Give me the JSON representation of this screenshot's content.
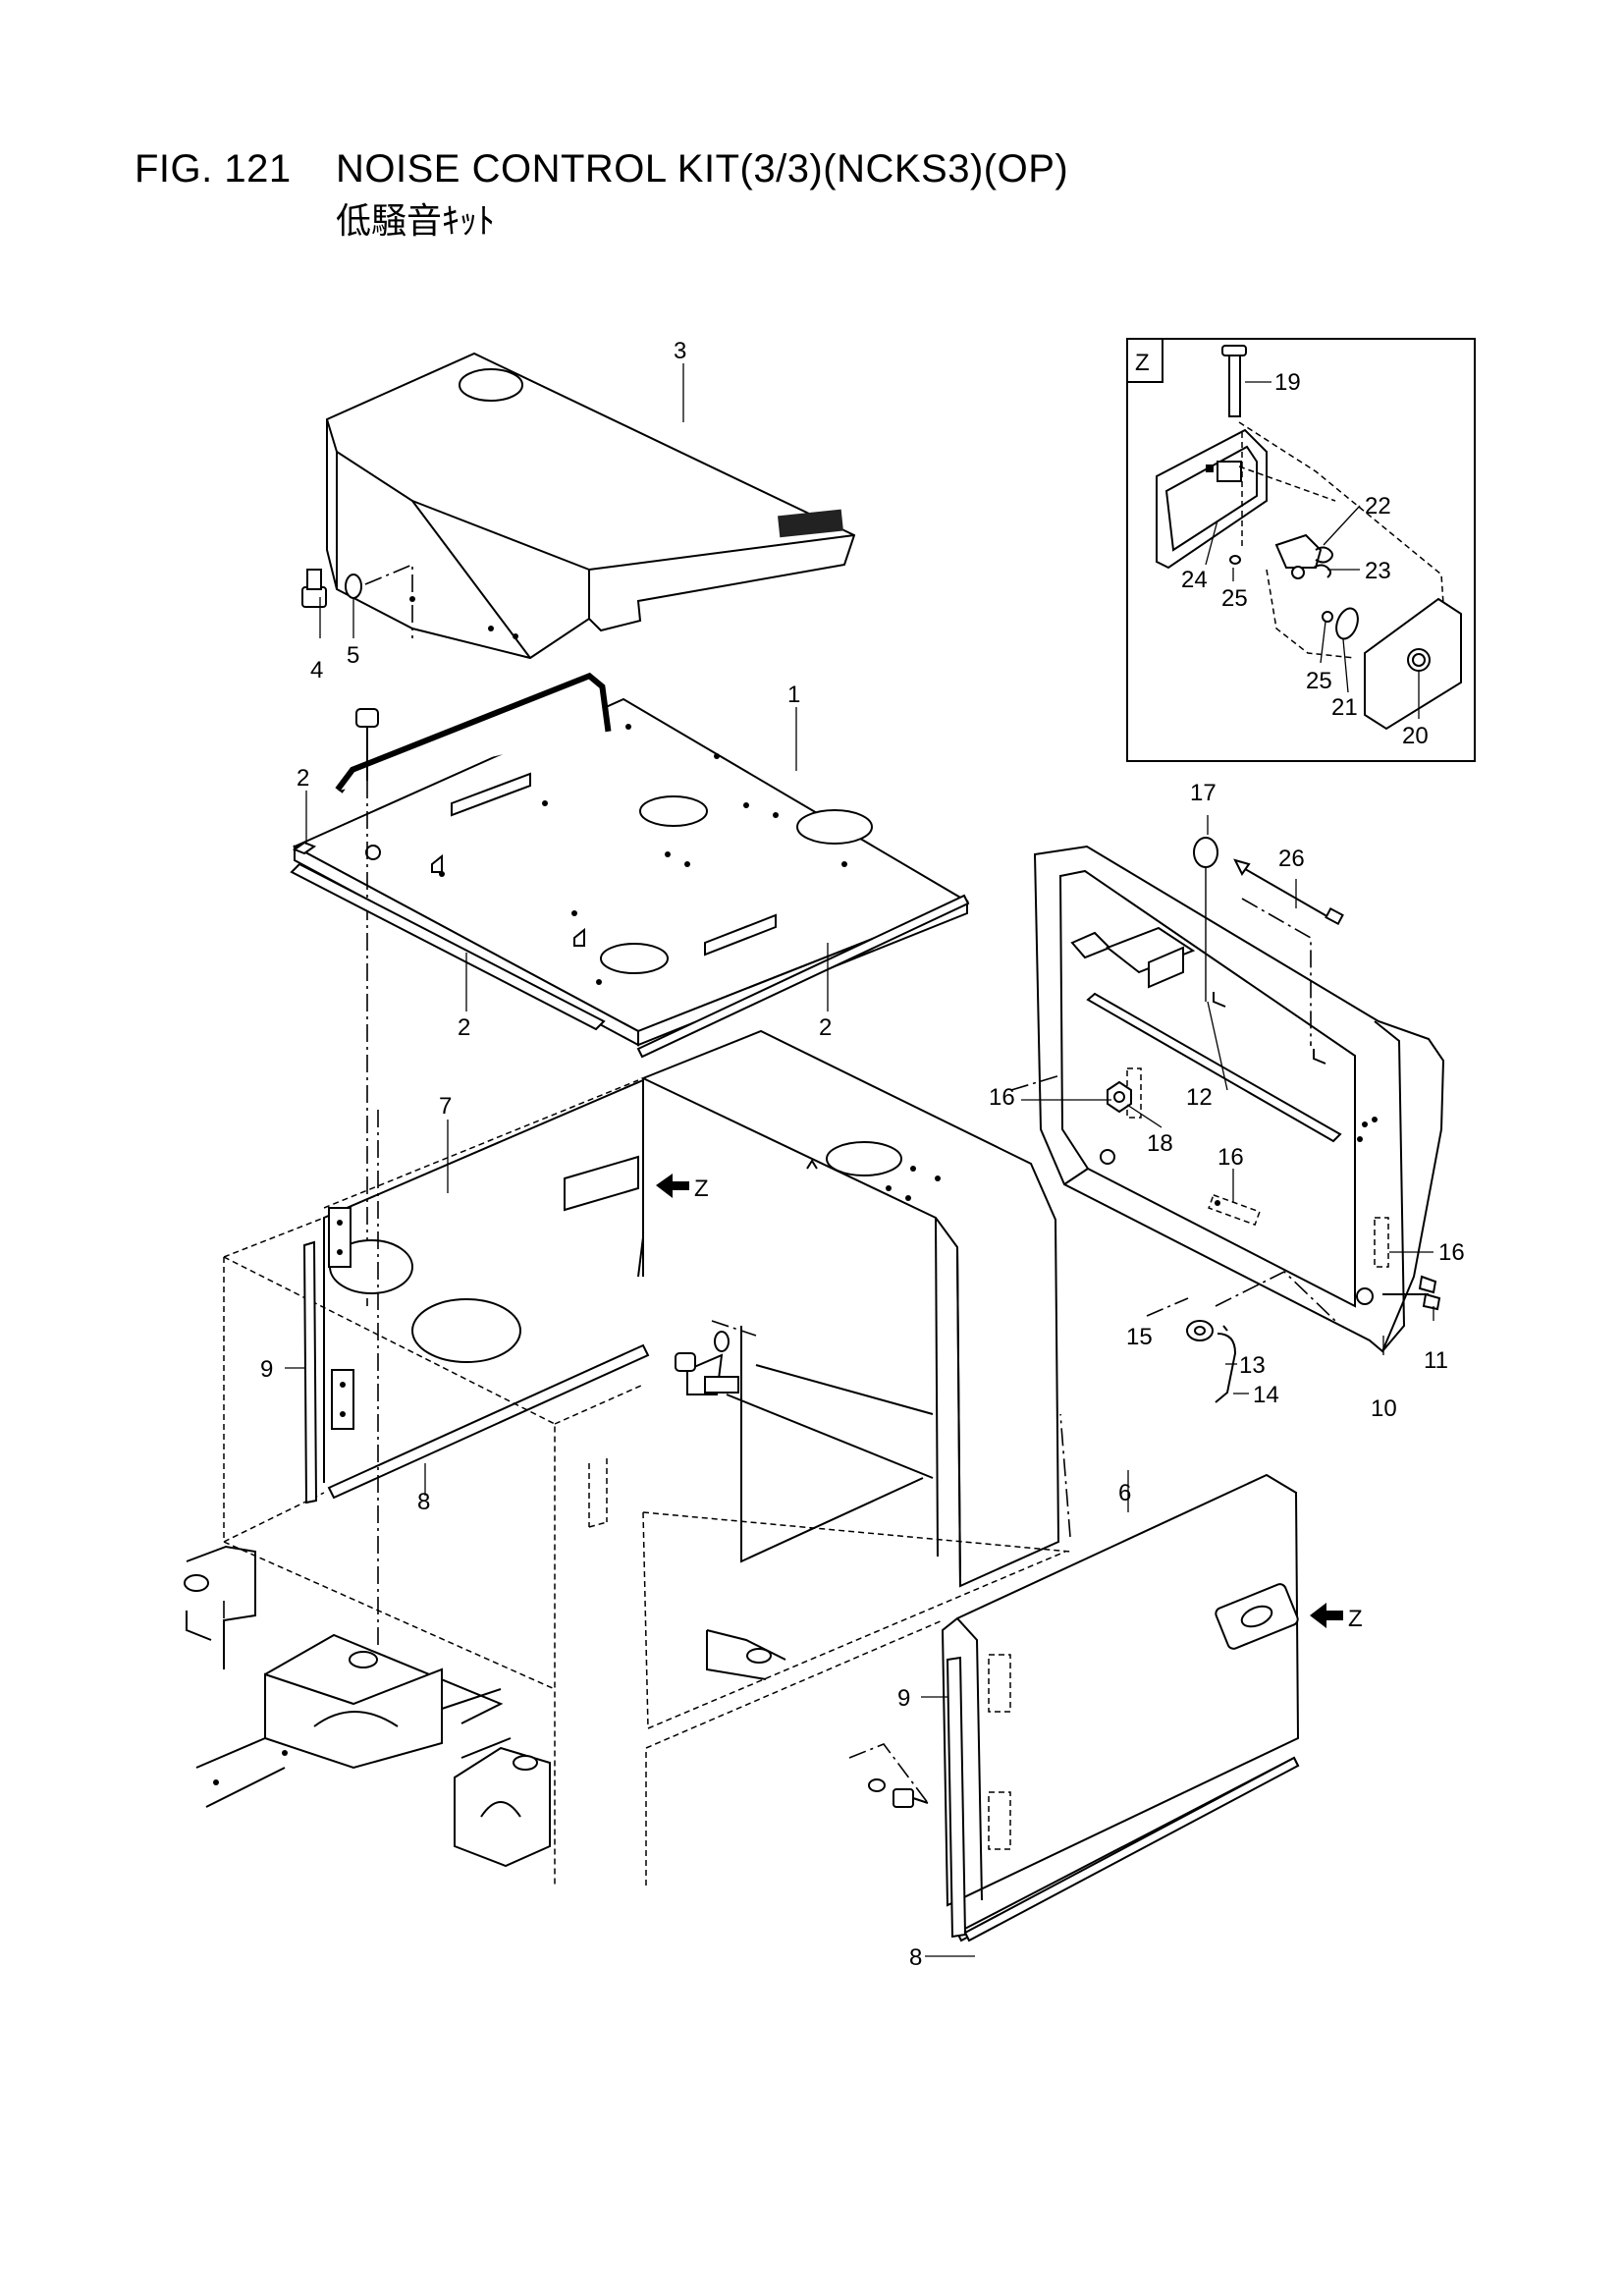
{
  "figure": {
    "number": "FIG. 121",
    "title": "NOISE CONTROL KIT(3/3)(NCKS3)(OP)",
    "subtitle": "低騒音ｷｯﾄ"
  },
  "detail_view": {
    "label": "Z"
  },
  "view_arrows": [
    "Z",
    "Z"
  ],
  "callouts": {
    "c1": "1",
    "c2a": "2",
    "c2b": "2",
    "c2c": "2",
    "c3": "3",
    "c4": "4",
    "c5": "5",
    "c6": "6",
    "c7": "7",
    "c8a": "8",
    "c8b": "8",
    "c9a": "9",
    "c9b": "9",
    "c10": "10",
    "c11": "11",
    "c12": "12",
    "c13": "13",
    "c14": "14",
    "c15": "15",
    "c16a": "16",
    "c16b": "16",
    "c16c": "16",
    "c17": "17",
    "c18": "18",
    "c19": "19",
    "c20": "20",
    "c21": "21",
    "c22": "22",
    "c23": "23",
    "c24": "24",
    "c25a": "25",
    "c25b": "25",
    "c26": "26"
  }
}
